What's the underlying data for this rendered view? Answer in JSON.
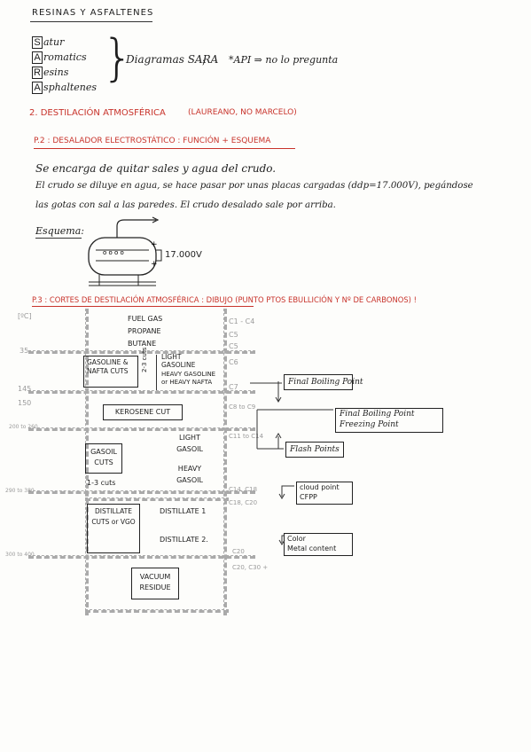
{
  "header": {
    "title": "RESINAS Y ASFALTENES"
  },
  "sara": {
    "letters": [
      "S",
      "A",
      "R",
      "A"
    ],
    "rest": [
      "atur",
      "romatics",
      "esins",
      "sphaltenes"
    ],
    "label": "Diagramas SARA",
    "note": "*API ⇒ no lo pregunta"
  },
  "section2": {
    "title": "2. DESTILACIÓN ATMOSFÉRICA",
    "subtitle": "(LAUREANO, NO MARCELO)"
  },
  "p2": {
    "title": "P.2 : DESALADOR ELECTROSTÁTICO : FUNCIÓN + ESQUEMA",
    "line1": "Se encarga de quitar sales y agua del crudo.",
    "line2": "El crudo se diluye en agua, se hace pasar por unas placas cargadas (ddp=17.000V), pegándose",
    "line3": "las gotas con sal a las paredes. El crudo desalado sale por arriba.",
    "esquema": "Esquema:",
    "voltage": "17.000V"
  },
  "p3": {
    "title": "P.3 : CORTES DE DESTILACIÓN ATMOSFÉRICA : DIBUJO (PUNTO PTOS EBULLICIÓN Y Nº DE CARBONOS) !"
  },
  "diagram": {
    "temp_unit": "[ºC]",
    "temps": [
      "35",
      "145",
      "150",
      "200 to 260",
      "290 to 380",
      "300 to 400"
    ],
    "carbons": [
      "C1 - C4",
      "C5",
      "C5",
      "C6",
      "C7",
      "C8 to C9",
      "C11 to C14",
      "C14, C18",
      "C18, C20",
      "C20",
      "C20, C30 +"
    ],
    "top": [
      "FUEL GAS",
      "PROPANE",
      "BUTANE"
    ],
    "gasoline_box": "GASOLINE & NAFTA CUTS",
    "cuts_23": "2-3 cuts",
    "light_gasoline": "LIGHT GASOLINE",
    "heavy_gasoline": "HEAVY GASOLINE or HEAVY NAFTA",
    "kerosene": "KEROSENE CUT",
    "gasoil_box": "GASOIL CUTS",
    "cuts_13": "1-3 cuts",
    "light_gasoil": "LIGHT GASOIL",
    "heavy_gasoil": "HEAVY GASOIL",
    "distillate_box": "DISTILLATE CUTS or VGO",
    "distillate1": "DISTILLATE 1",
    "distillate2": "DISTILLATE 2.",
    "vacuum": "VACUUM RESIDUE",
    "annot": {
      "final_boiling": "Final Boiling Point",
      "final_boiling2": "Final Boiling Point",
      "freezing": "Freezing Point",
      "flash": "Flash Points",
      "cloud": "cloud point",
      "cfpp": "CFPP",
      "color": "Color",
      "metal": "Metal content"
    }
  }
}
